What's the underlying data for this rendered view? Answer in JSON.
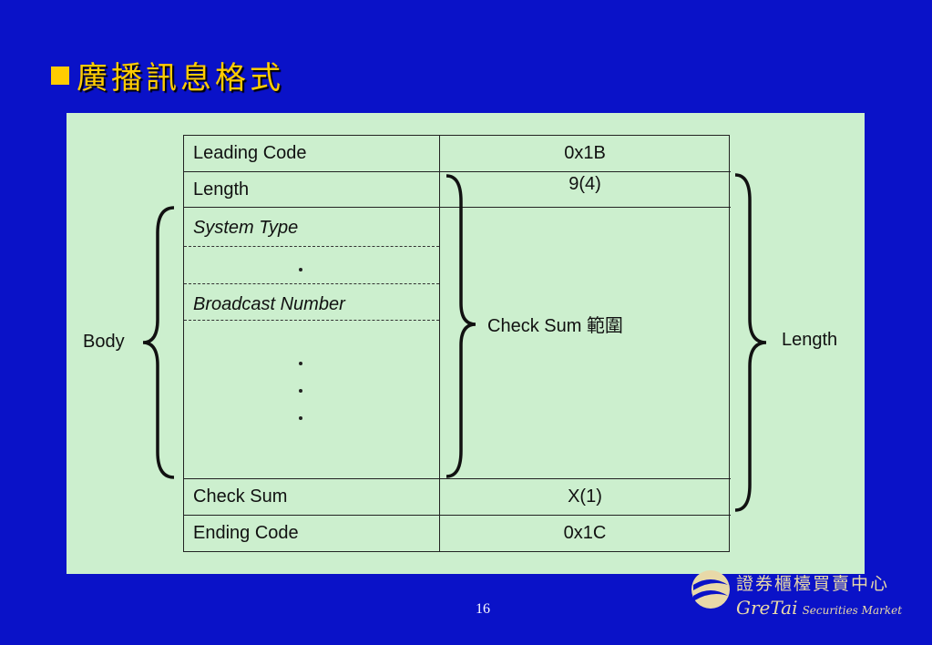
{
  "title": "廣播訊息格式",
  "table": {
    "rows": [
      {
        "left": "Leading Code",
        "right": "0x1B"
      },
      {
        "left": "Length",
        "right": "9(4)"
      },
      {
        "left": "System Type",
        "right": ""
      },
      {
        "left": "Broadcast Number",
        "right": ""
      },
      {
        "left": "Check Sum",
        "right": "X(1)"
      },
      {
        "left": "Ending Code",
        "right": "0x1C"
      }
    ]
  },
  "labels": {
    "body": "Body",
    "check_sum_range": "Check Sum 範圍",
    "length": "Length"
  },
  "footer": {
    "page_number": "16",
    "logo_cn": "證券櫃檯買賣中心",
    "logo_en_name": "GreTai",
    "logo_en_sub": "Securities Market"
  },
  "colors": {
    "background": "#0a12c8",
    "title": "#ffcc00",
    "panel": "#ccefce"
  }
}
